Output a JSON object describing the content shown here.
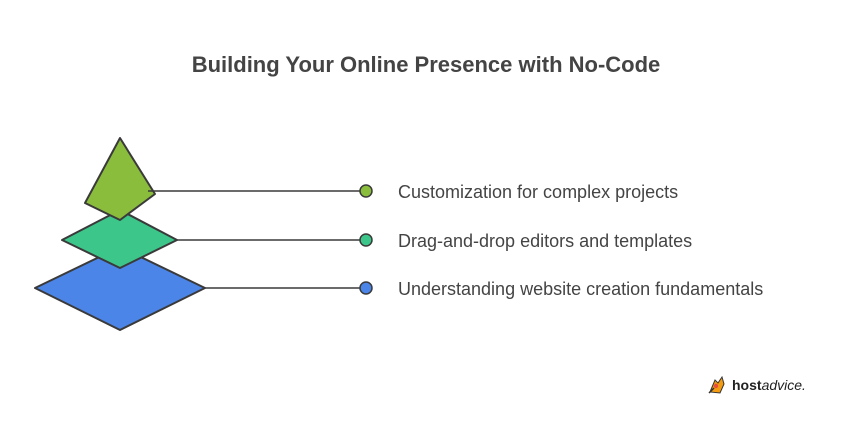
{
  "title": "Building Your Online Presence with No-Code",
  "levels": [
    {
      "label": "Customization for complex projects",
      "color": "#8bbd3c"
    },
    {
      "label": "Drag-and-drop editors and templates",
      "color": "#3cc68a"
    },
    {
      "label": "Understanding website creation fundamentals",
      "color": "#4b85e8"
    }
  ],
  "logo": {
    "text_bold": "host",
    "text_regular": "advice."
  }
}
